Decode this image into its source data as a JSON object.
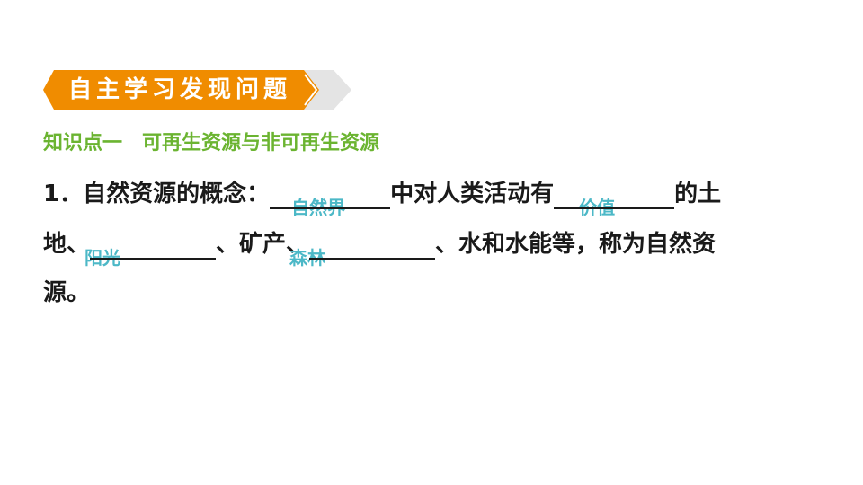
{
  "banner": {
    "title": "自主学习发现问题"
  },
  "knowledge_point": {
    "label": "知识点一",
    "title": "可再生资源与非可再生资源"
  },
  "item1": {
    "number": "1．",
    "line1_a": "自然资源的概念：",
    "line1_b": "中对人类活动有",
    "line1_c": "的土",
    "line2_a": "地、",
    "line2_b": "、矿产、",
    "line2_c": "、水和水能等，称为自然资",
    "line3": "源。",
    "answers": [
      "自然界",
      "价值",
      "阳光",
      "森林"
    ]
  },
  "colors": {
    "banner_orange": "#f08c00",
    "banner_gray": "#e4e4e4",
    "heading_green": "#6bb431",
    "answer_teal": "#4cb8c7",
    "text": "#1a1a1a"
  }
}
